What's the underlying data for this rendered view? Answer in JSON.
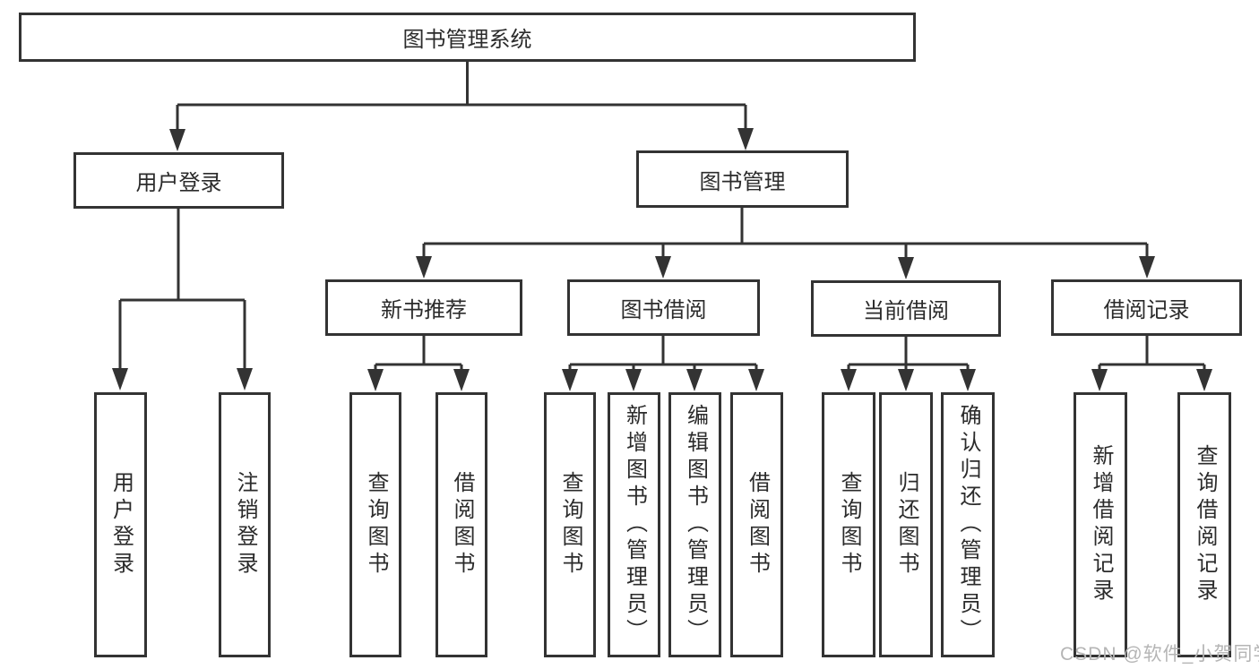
{
  "colors": {
    "line": "#333333",
    "box_border": "#333333",
    "text": "#2b2b2b",
    "background": "#ffffff",
    "watermark": "#b5b5b5"
  },
  "watermark": {
    "text": "CSDN @软件_小贺同学"
  },
  "tree": {
    "root": {
      "label": "图书管理系统",
      "children": [
        {
          "label": "用户登录",
          "children": [
            {
              "label": "用户登录"
            },
            {
              "label": "注销登录"
            }
          ]
        },
        {
          "label": "图书管理",
          "children": [
            {
              "label": "新书推荐",
              "children": [
                {
                  "label": "查询图书"
                },
                {
                  "label": "借阅图书"
                }
              ]
            },
            {
              "label": "图书借阅",
              "children": [
                {
                  "label": "查询图书"
                },
                {
                  "label": "新增图书（管理员）"
                },
                {
                  "label": "编辑图书（管理员）"
                },
                {
                  "label": "借阅图书"
                }
              ]
            },
            {
              "label": "当前借阅",
              "children": [
                {
                  "label": "查询图书"
                },
                {
                  "label": "归还图书"
                },
                {
                  "label": "确认归还（管理员）"
                }
              ]
            },
            {
              "label": "借阅记录",
              "children": [
                {
                  "label": "新增借阅记录"
                },
                {
                  "label": "查询借阅记录"
                }
              ]
            }
          ]
        }
      ]
    }
  }
}
